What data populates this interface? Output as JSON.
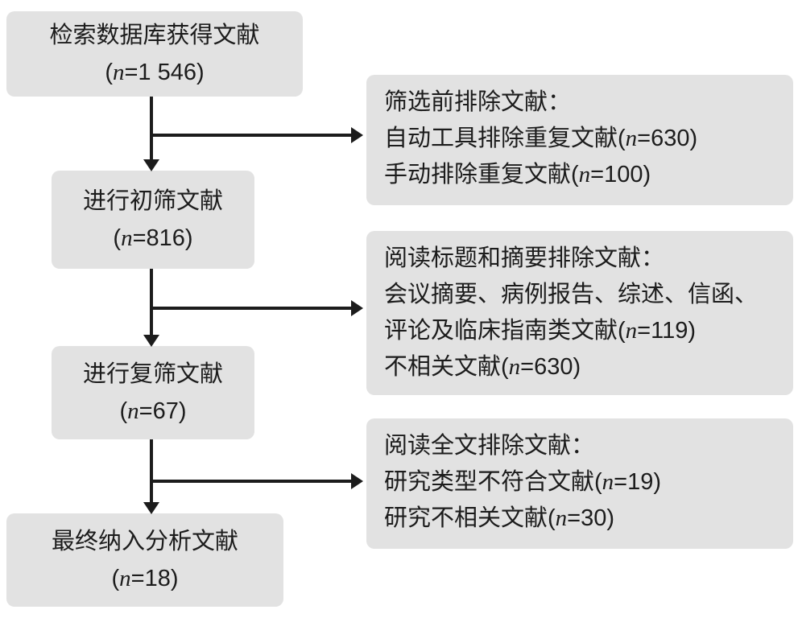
{
  "diagram": {
    "title": "Literature screening flowchart (PRISMA-style)",
    "colors": {
      "box_background": "#e2e2e2",
      "arrow": "#1c1c1c",
      "page_background": "#ffffff"
    },
    "left_boxes": [
      {
        "title": "检索数据库获得文献",
        "count": "(n=1 546)"
      },
      {
        "title": "进行初筛文献",
        "count": "(n=816)"
      },
      {
        "title": "进行复筛文献",
        "count": "(n=67)"
      },
      {
        "title": "最终纳入分析文献",
        "count": "(n=18)"
      }
    ],
    "right_boxes": [
      {
        "lines": [
          "筛选前排除文献：",
          "自动工具排除重复文献(n=630)",
          "手动排除重复文献(n=100)"
        ]
      },
      {
        "lines": [
          "阅读标题和摘要排除文献：",
          "会议摘要、病例报告、综述、信函、",
          "评论及临床指南类文献(n=119)",
          "不相关文献(n=630)"
        ]
      },
      {
        "lines": [
          "阅读全文排除文献：",
          "研究类型不符合文献(n=19)",
          "研究不相关文献(n=30)"
        ]
      }
    ]
  }
}
